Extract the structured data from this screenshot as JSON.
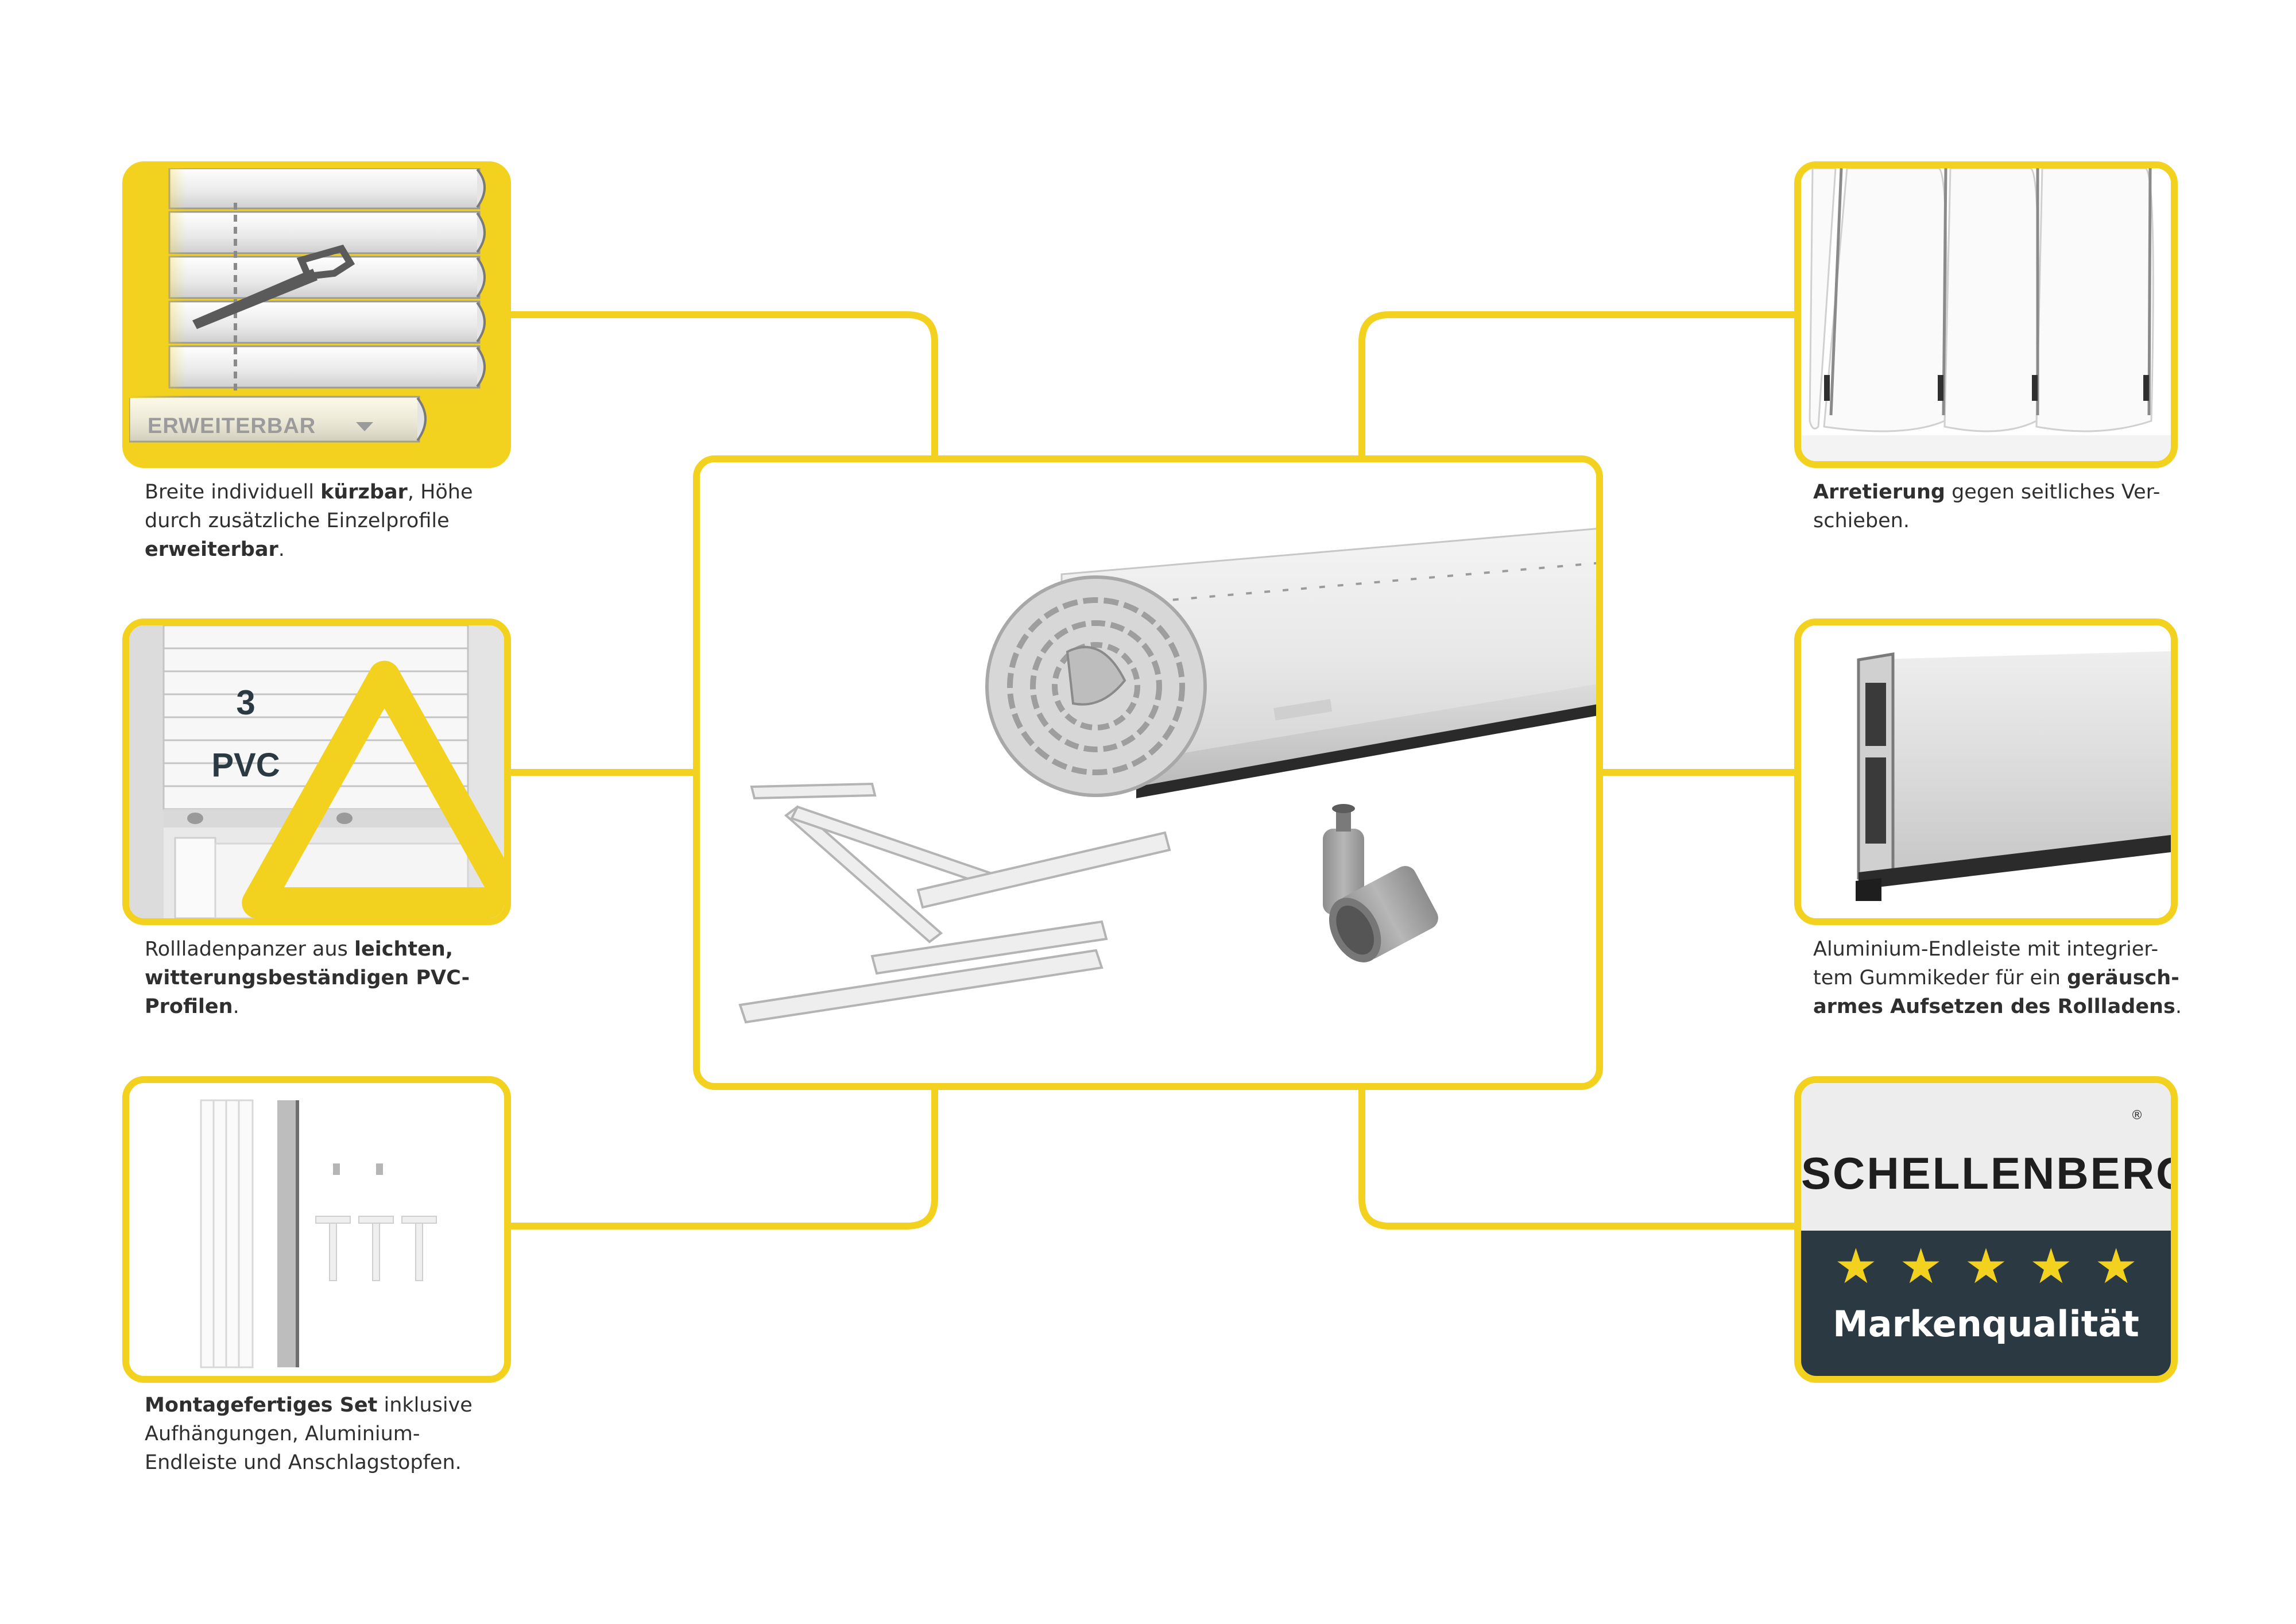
{
  "accent_color": "#f3d11f",
  "features": {
    "expand": {
      "label": "ERWEITERBAR",
      "caption": [
        {
          "t": "Breite individuell ",
          "b": false
        },
        {
          "t": "kürzbar",
          "b": true
        },
        {
          "t": ", Höhe",
          "b": false
        },
        {
          "t": "\n",
          "b": false
        },
        {
          "t": "durch zusätzliche Einzelprofile",
          "b": false
        },
        {
          "t": "\n",
          "b": false
        },
        {
          "t": "erweiterbar",
          "b": true
        },
        {
          "t": ".",
          "b": false
        }
      ]
    },
    "pvc": {
      "recycle_number": "3",
      "material": "PVC",
      "caption": [
        {
          "t": "Rollladenpanzer aus ",
          "b": false
        },
        {
          "t": "leichten,",
          "b": true
        },
        {
          "t": "\n",
          "b": false
        },
        {
          "t": "witterungsbeständigen PVC-",
          "b": true
        },
        {
          "t": "\n",
          "b": false
        },
        {
          "t": "Profilen",
          "b": true
        },
        {
          "t": ".",
          "b": false
        }
      ]
    },
    "set": {
      "caption": [
        {
          "t": "Montagefertiges Set",
          "b": true
        },
        {
          "t": " inklusive",
          "b": false
        },
        {
          "t": "\n",
          "b": false
        },
        {
          "t": "Aufhängungen, Aluminium-",
          "b": false
        },
        {
          "t": "\n",
          "b": false
        },
        {
          "t": "Endleiste und Anschlagstopfen.",
          "b": false
        }
      ]
    },
    "lock": {
      "caption": [
        {
          "t": "Arretierung",
          "b": true
        },
        {
          "t": " gegen seitliches Ver-",
          "b": false
        },
        {
          "t": "\n",
          "b": false
        },
        {
          "t": "schieben.",
          "b": false
        }
      ]
    },
    "endbar": {
      "caption": [
        {
          "t": "Aluminium-Endleiste mit integrier-",
          "b": false
        },
        {
          "t": "\n",
          "b": false
        },
        {
          "t": "tem Gummikeder für ein ",
          "b": false
        },
        {
          "t": "geräusch-",
          "b": true
        },
        {
          "t": "\n",
          "b": false
        },
        {
          "t": "armes Aufsetzen des Rollladens",
          "b": true
        },
        {
          "t": ".",
          "b": false
        }
      ]
    }
  },
  "brand": {
    "name": "SCHELLENBERG",
    "stars": "★★★★★",
    "rating": 5,
    "quality": "Markenqualität",
    "registered": "®"
  }
}
